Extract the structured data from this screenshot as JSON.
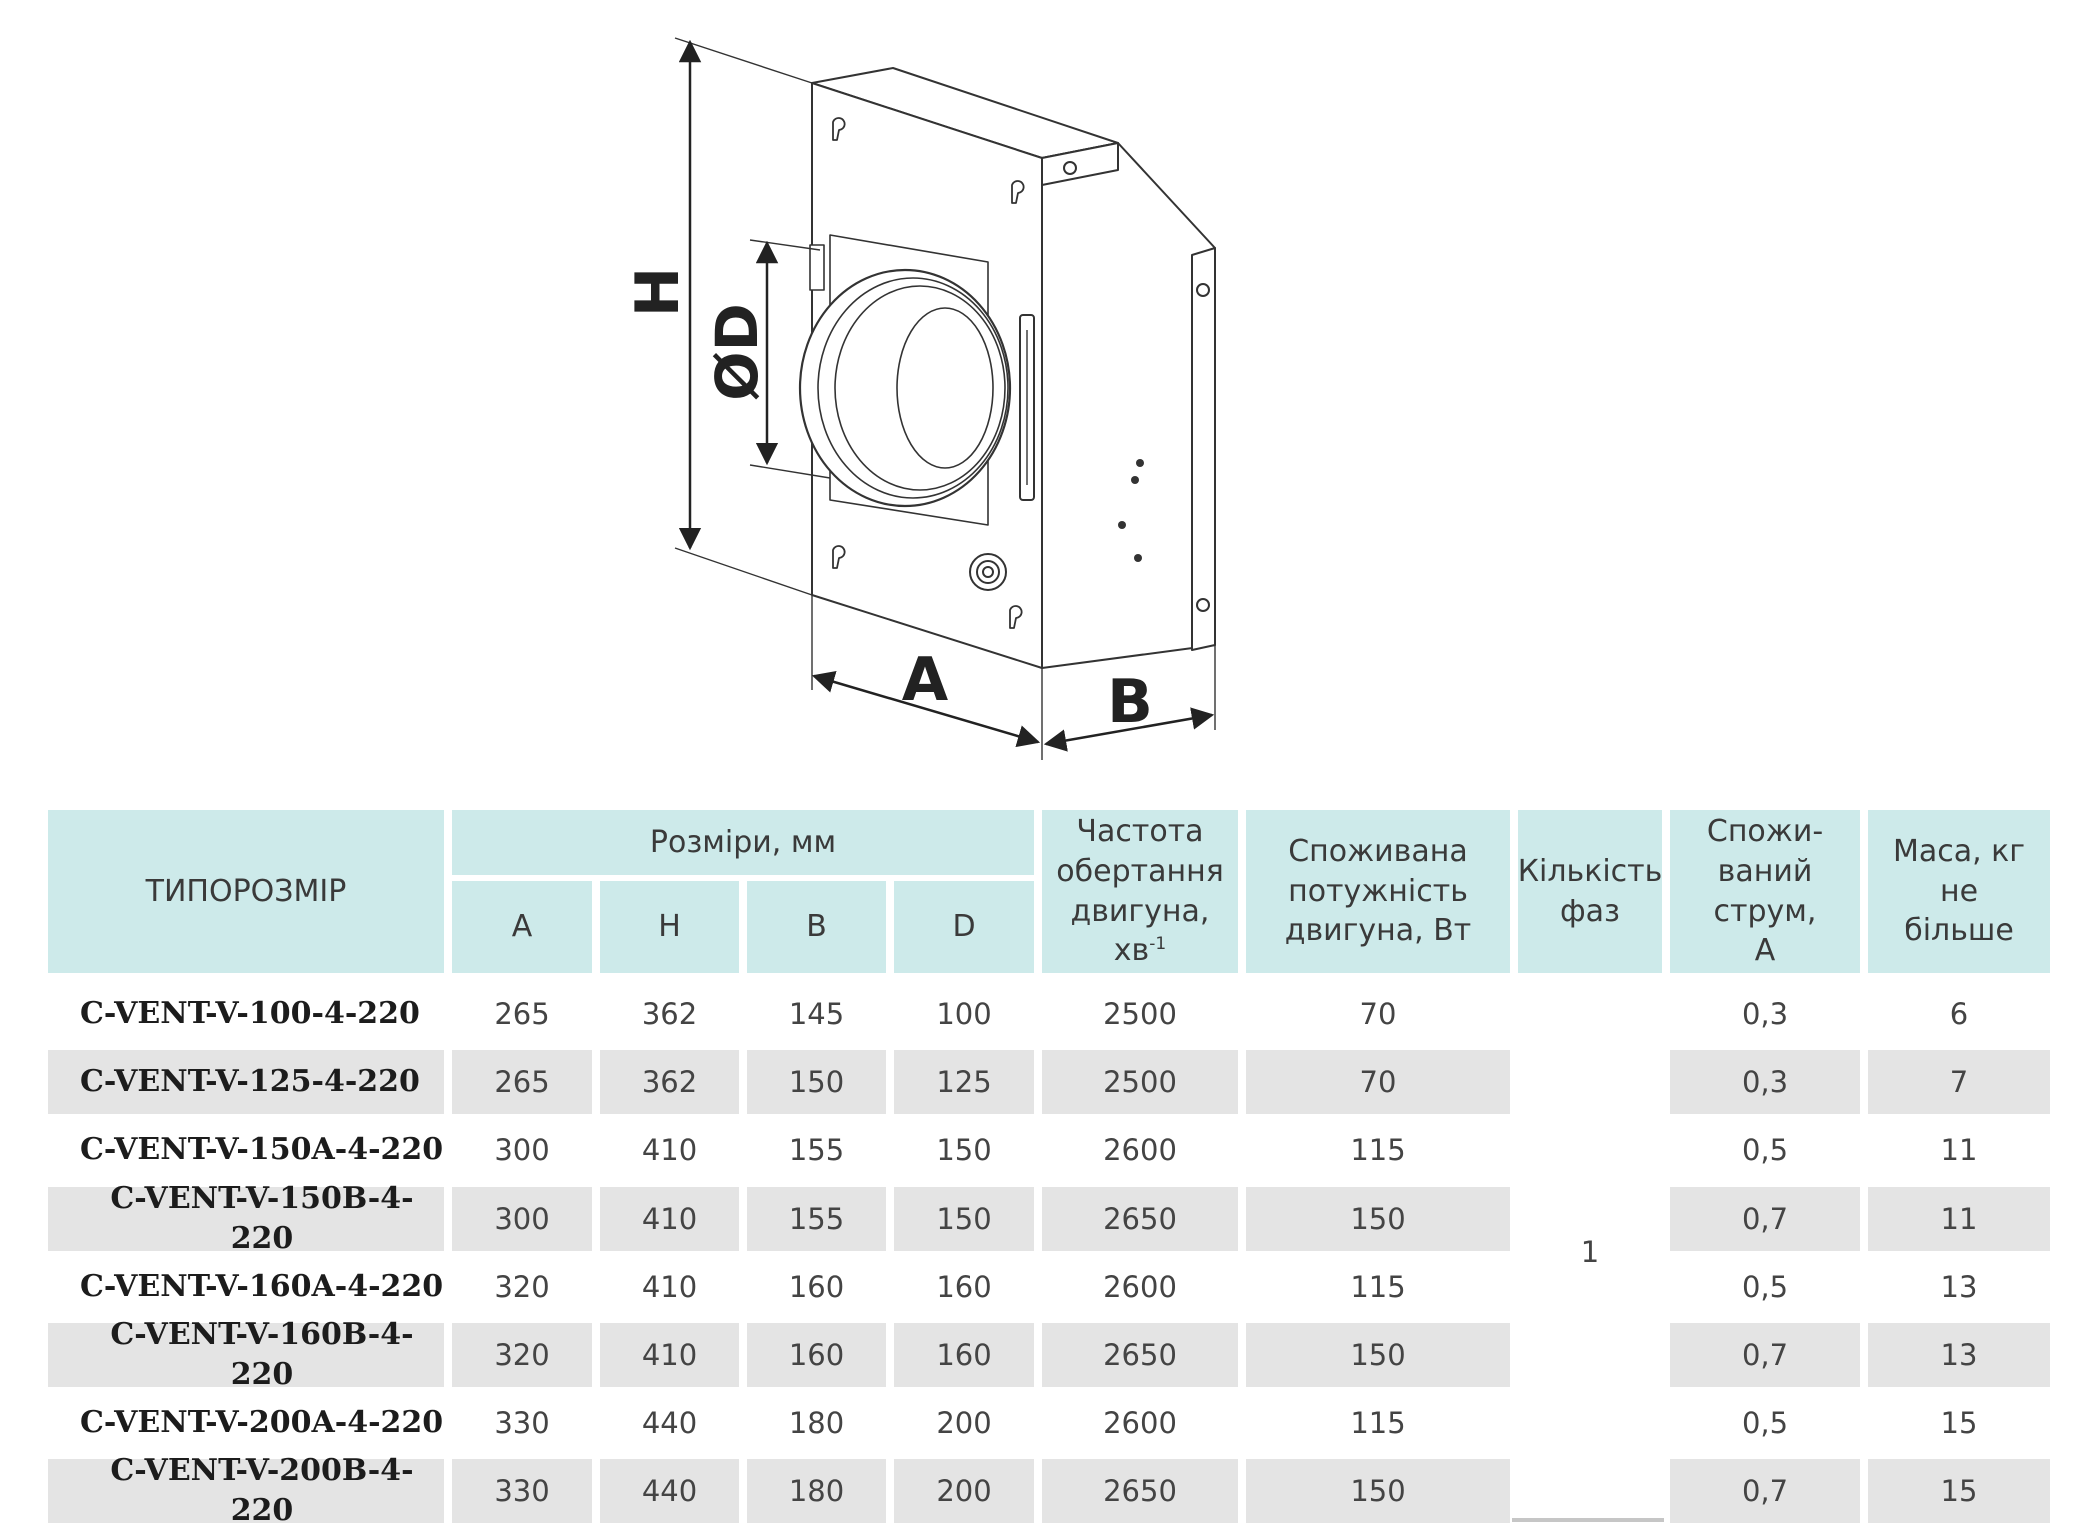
{
  "drawing": {
    "dim_labels": {
      "h": "H",
      "d": "ØD",
      "a": "A",
      "b": "B"
    }
  },
  "table": {
    "headers": {
      "model": "ТИПОРОЗМІР",
      "dimensions_group": "Розміри, мм",
      "a": "A",
      "h": "H",
      "b": "B",
      "d": "D",
      "speed": "Частота обертання двигуна, хв",
      "speed_sup": "-1",
      "power": "Споживана потужність двигуна, Вт",
      "phases": "Кількість фаз",
      "current": "Спожи-ваний струм, А",
      "mass": "Маса, кг не більше"
    },
    "phases_value": "1",
    "rows": [
      {
        "model": "C-VENT-V-100-4-220",
        "a": "265",
        "h": "362",
        "b": "145",
        "d": "100",
        "speed": "2500",
        "power": "70",
        "current": "0,3",
        "mass": "6"
      },
      {
        "model": "C-VENT-V-125-4-220",
        "a": "265",
        "h": "362",
        "b": "150",
        "d": "125",
        "speed": "2500",
        "power": "70",
        "current": "0,3",
        "mass": "7"
      },
      {
        "model": "C-VENT-V-150A-4-220",
        "a": "300",
        "h": "410",
        "b": "155",
        "d": "150",
        "speed": "2600",
        "power": "115",
        "current": "0,5",
        "mass": "11"
      },
      {
        "model": "C-VENT-V-150B-4-220",
        "a": "300",
        "h": "410",
        "b": "155",
        "d": "150",
        "speed": "2650",
        "power": "150",
        "current": "0,7",
        "mass": "11"
      },
      {
        "model": "C-VENT-V-160A-4-220",
        "a": "320",
        "h": "410",
        "b": "160",
        "d": "160",
        "speed": "2600",
        "power": "115",
        "current": "0,5",
        "mass": "13"
      },
      {
        "model": "C-VENT-V-160B-4-220",
        "a": "320",
        "h": "410",
        "b": "160",
        "d": "160",
        "speed": "2650",
        "power": "150",
        "current": "0,7",
        "mass": "13"
      },
      {
        "model": "C-VENT-V-200A-4-220",
        "a": "330",
        "h": "440",
        "b": "180",
        "d": "200",
        "speed": "2600",
        "power": "115",
        "current": "0,5",
        "mass": "15"
      },
      {
        "model": "C-VENT-V-200B-4-220",
        "a": "330",
        "h": "440",
        "b": "180",
        "d": "200",
        "speed": "2650",
        "power": "150",
        "current": "0,7",
        "mass": "15"
      }
    ]
  }
}
